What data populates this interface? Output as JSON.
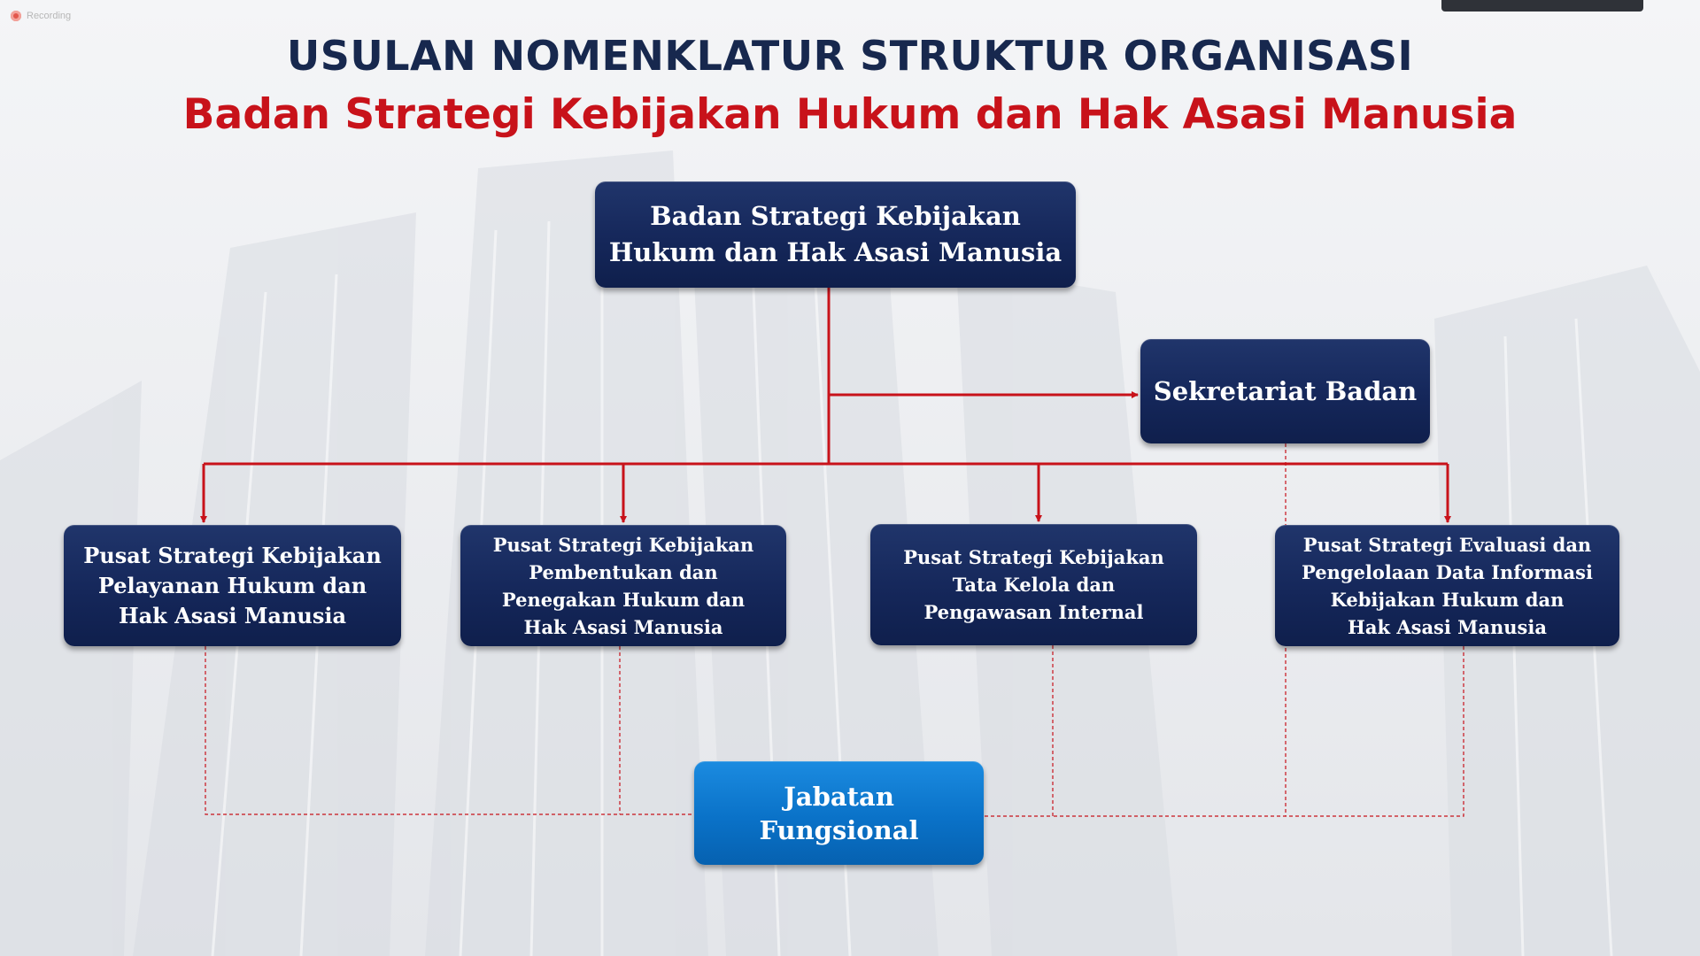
{
  "recording": {
    "label": "Recording"
  },
  "title": "USULAN NOMENKLATUR STRUKTUR ORGANISASI",
  "subtitle": "Badan Strategi Kebijakan Hukum dan Hak Asasi Manusia",
  "colors": {
    "title": "#17284e",
    "subtitle": "#c8121a",
    "box_navy": "#15275a",
    "box_blue": "#0a72c8",
    "connector": "#c8121a"
  },
  "org": {
    "head": {
      "lines": [
        "Badan Strategi Kebijakan",
        "Hukum dan Hak Asasi Manusia"
      ]
    },
    "secretariat": {
      "lines": [
        "Sekretariat Badan"
      ]
    },
    "centers": [
      {
        "lines": [
          "Pusat Strategi Kebijakan",
          "Pelayanan Hukum dan",
          "Hak Asasi Manusia"
        ]
      },
      {
        "lines": [
          "Pusat Strategi Kebijakan",
          "Pembentukan dan",
          "Penegakan Hukum dan",
          "Hak Asasi Manusia"
        ]
      },
      {
        "lines": [
          "Pusat Strategi Kebijakan",
          "Tata Kelola dan",
          "Pengawasan Internal"
        ]
      },
      {
        "lines": [
          "Pusat Strategi Evaluasi dan",
          "Pengelolaan Data Informasi",
          "Kebijakan Hukum dan",
          "Hak Asasi Manusia"
        ]
      }
    ],
    "functional": {
      "lines": [
        "Jabatan",
        "Fungsional"
      ]
    }
  }
}
